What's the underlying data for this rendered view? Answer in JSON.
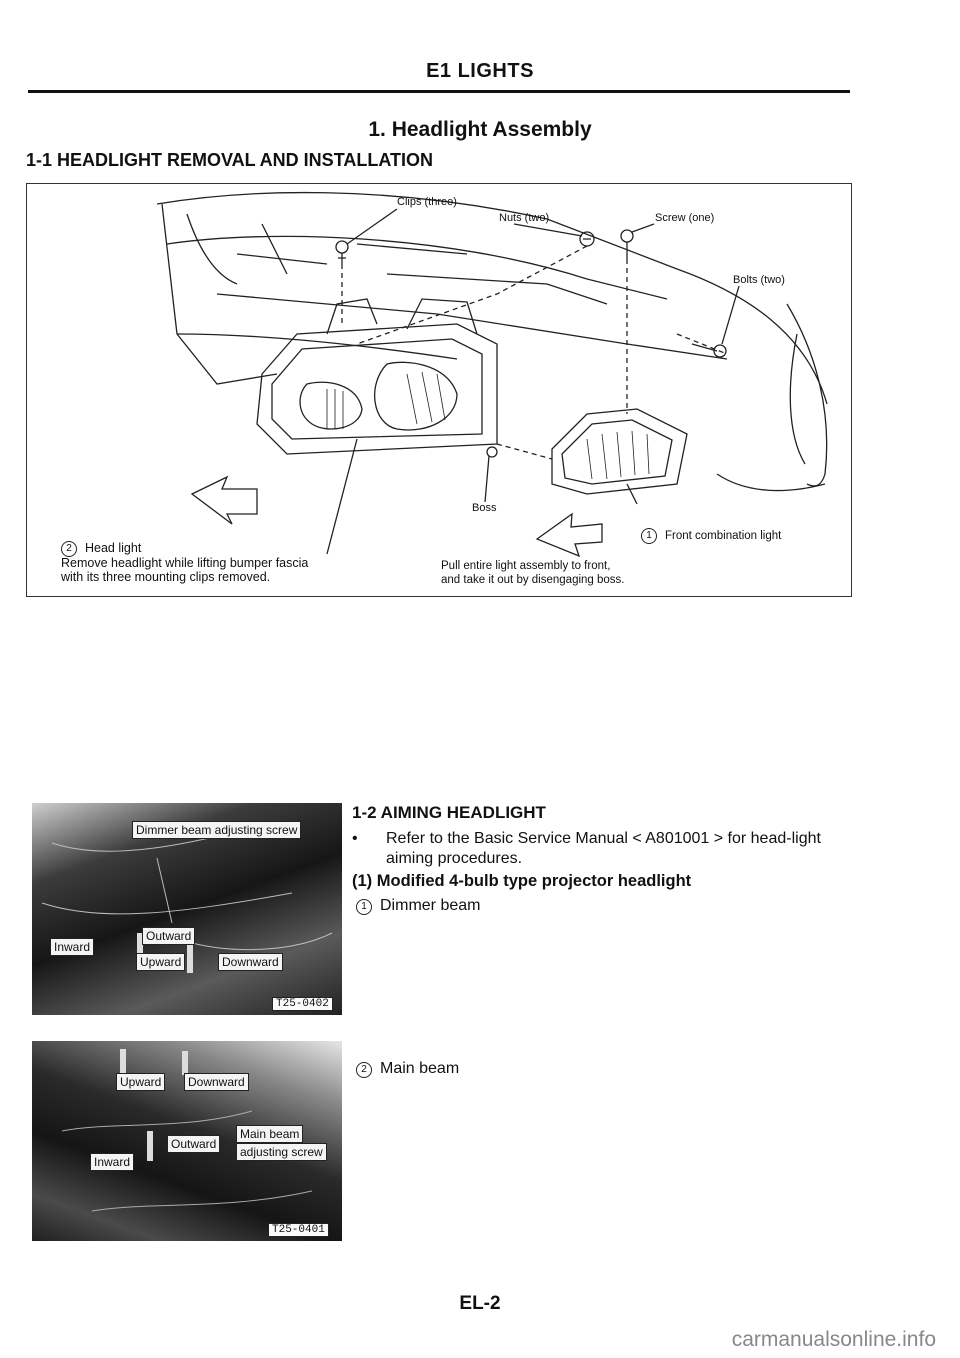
{
  "header": {
    "section": "E1 LIGHTS"
  },
  "title": "1. Headlight Assembly",
  "removal": {
    "heading": "1-1 HEADLIGHT REMOVAL AND INSTALLATION",
    "callouts": {
      "clips": "Clips (three)",
      "nuts": "Nuts (two)",
      "screw": "Screw (one)",
      "bolts": "Bolts (two)",
      "boss": "Boss"
    },
    "head_light_num": "2",
    "head_light_label": "Head light",
    "head_light_note_1": "Remove headlight while lifting bumper fascia",
    "head_light_note_2": "with its three mounting clips removed.",
    "pull_note_1": "Pull entire light assembly to front,",
    "pull_note_2": "and take it out by disengaging boss.",
    "front_combo_num": "1",
    "front_combo_label": "Front combination light"
  },
  "aiming": {
    "heading": "1-2 AIMING HEADLIGHT",
    "bullet": "•",
    "bullet_text": "Refer to the Basic Service Manual < A801001 > for head-light aiming procedures.",
    "sub_heading": "(1) Modified 4-bulb type projector headlight",
    "item1_num": "1",
    "item1": "Dimmer beam",
    "item2_num": "2",
    "item2": "Main beam",
    "photo1": {
      "screw_label": "Dimmer beam adjusting screw",
      "inward": "Inward",
      "outward": "Outward",
      "upward": "Upward",
      "downward": "Downward",
      "code": "T25-0402"
    },
    "photo2": {
      "upward": "Upward",
      "downward": "Downward",
      "outward": "Outward",
      "inward": "Inward",
      "main_beam": "Main beam",
      "adjusting_screw": "adjusting screw",
      "code": "T25-0401"
    }
  },
  "page_number": "EL-2",
  "watermark": "carmanualsonline.info"
}
